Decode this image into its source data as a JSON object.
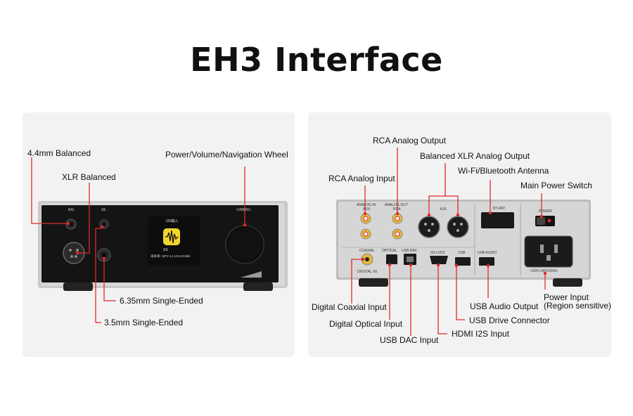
{
  "title": "EH3 Interface",
  "front": {
    "labels": {
      "bal_44": "4.4mm Balanced",
      "xlr_bal": "XLR Balanced",
      "power_wheel": "Power/Volume/Navigation Wheel",
      "se_635": "6.35mm Single-Ended",
      "se_35": "3.5mm Single-Ended"
    },
    "panel_text": {
      "bal": "BAL",
      "se": "SE",
      "menu": "⏻/MENU",
      "screen_title": "I2S输入",
      "screen_badge": "SS",
      "screen_rate": "采样率: MP2 44.1KHz/24Bit"
    }
  },
  "rear": {
    "labels": {
      "rca_out": "RCA Analog Output",
      "xlr_out": "Balanced XLR Analog Output",
      "rca_in": "RCA Analog Input",
      "antenna": "Wi-Fi/Bluetooth Antenna",
      "power_switch": "Main Power Switch",
      "coax_in": "Digital Coaxial Input",
      "usb_audio_out": "USB Audio Output",
      "power_input": "Power Input",
      "power_input_note": "(Region sensitive)",
      "usb_drive": "USB Drive Connector",
      "optical_in": "Digital Optical Input",
      "hdmi_i2s": "HDMI I2S Input",
      "usb_dac": "USB DAC Input"
    },
    "panel_text": {
      "analog_in": "ANALOG IN",
      "aux": "AUX",
      "analog_out": "ANALOG OUT",
      "rca": "RCA",
      "xlr": "XLR",
      "bt_ant": "BT ANT",
      "power": "POWER",
      "coaxial": "COAXIAL",
      "optical": "OPTICAL",
      "usb_dac": "USB DAC",
      "iis_lvds": "IIS-LVDS",
      "usb": "USB",
      "usb_audio": "USB AUDIO",
      "digital_in": "DIGITAL IN",
      "voltage": "~220V-240V/50Hz"
    }
  }
}
